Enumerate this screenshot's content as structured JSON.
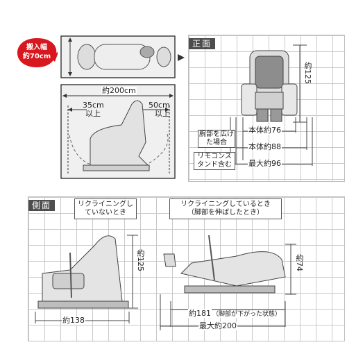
{
  "badge": {
    "line1": "搬入幅",
    "line2": "約70cm",
    "color": "#d8171e"
  },
  "top_view": {
    "width_label": "約200cm",
    "left_clear_value": "35cm",
    "left_clear_unit": "以上",
    "right_clear_value": "50cm",
    "right_clear_unit": "以上"
  },
  "front_view": {
    "tag": "正面",
    "height": "約125",
    "rows": [
      {
        "label": "",
        "value": "本体約76"
      },
      {
        "label": "腕部を広げた場合",
        "value": "本体約88"
      },
      {
        "label": "リモコンスタンド含む",
        "value": "最大約96"
      }
    ]
  },
  "side_view": {
    "tag": "側面",
    "left_caption": "リクライニングしていないとき",
    "right_caption_line1": "リクライニングしているとき",
    "right_caption_line2": "（脚部を伸ばしたとき）",
    "left_height": "約125",
    "left_depth": "約138",
    "right_height": "約74",
    "right_depth": "約181",
    "right_depth_note": "（脚部が下がった状態）",
    "right_max": "最大約200"
  }
}
